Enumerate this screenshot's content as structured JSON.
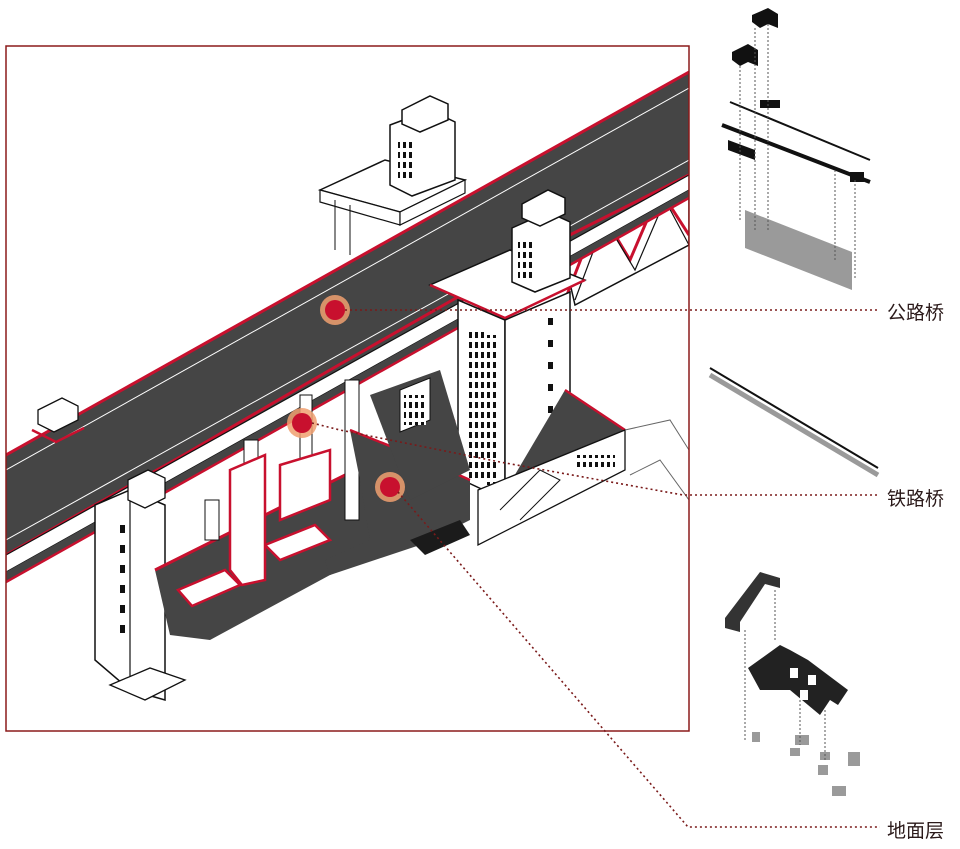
{
  "labels": {
    "highway_bridge": "公路桥",
    "railway_bridge": "铁路桥",
    "ground_level": "地面层"
  },
  "colors": {
    "frame": "#8b1a1a",
    "highlight_red": "#c8102e",
    "marker_ring": "#f0a070",
    "deck_dark": "#454545",
    "line_art": "#111111",
    "component_gray": "#9a9a9a",
    "leader_line": "#7a1a1a"
  },
  "icons": {
    "markers": [
      "highway-marker-icon",
      "railway-marker-icon",
      "ground-marker-icon"
    ]
  }
}
